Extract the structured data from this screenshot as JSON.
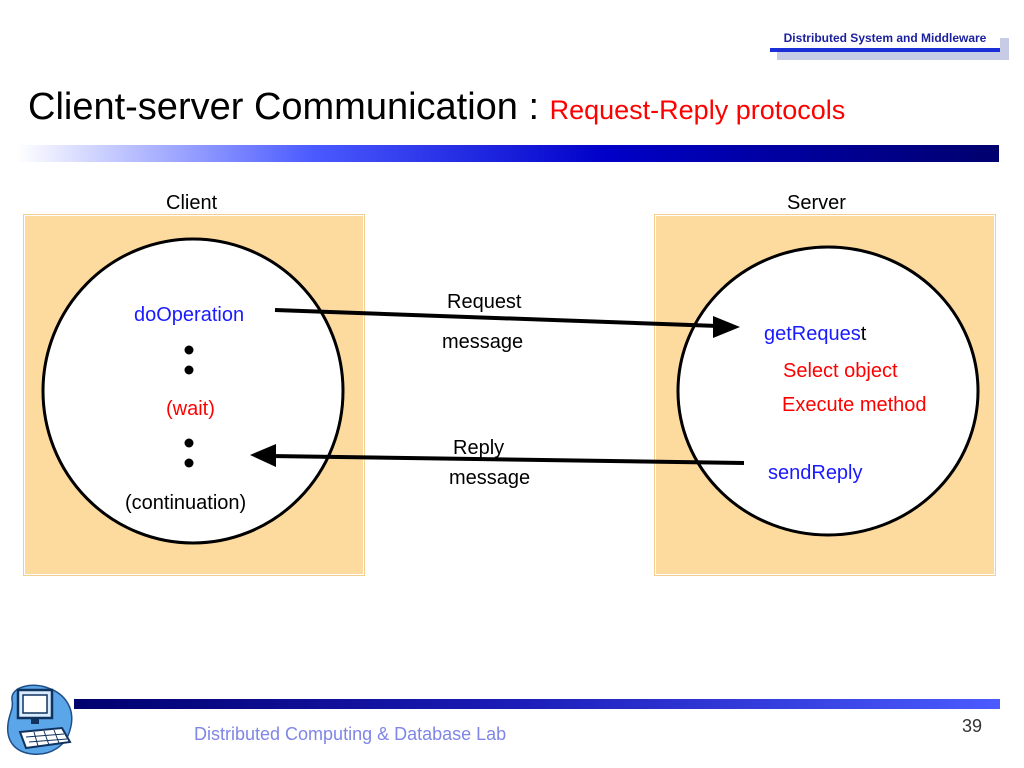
{
  "header": {
    "badge": "Distributed System and Middleware",
    "title_main": "Client-server Communication : ",
    "title_sub": "Request-Reply  protocols"
  },
  "diagram": {
    "client_label": "Client",
    "server_label": "Server",
    "client": {
      "operation": "doOperation",
      "wait": "(wait)",
      "continuation": "(continuation)"
    },
    "server": {
      "get_request_blue": "getReques",
      "get_request_black": "t",
      "select": "Select object",
      "execute": "Execute method",
      "send_reply": "sendReply"
    },
    "request_label_1": "Request",
    "request_label_2": "message",
    "reply_label_1": "Reply",
    "reply_label_2": "message"
  },
  "footer": {
    "lab_name": "Distributed Computing & Database Lab",
    "page_number": "39"
  },
  "colors": {
    "accent_blue": "#1a1aff",
    "accent_red": "#ff0000",
    "panel": "#fddb9e",
    "footer_text": "#7f86e6"
  }
}
